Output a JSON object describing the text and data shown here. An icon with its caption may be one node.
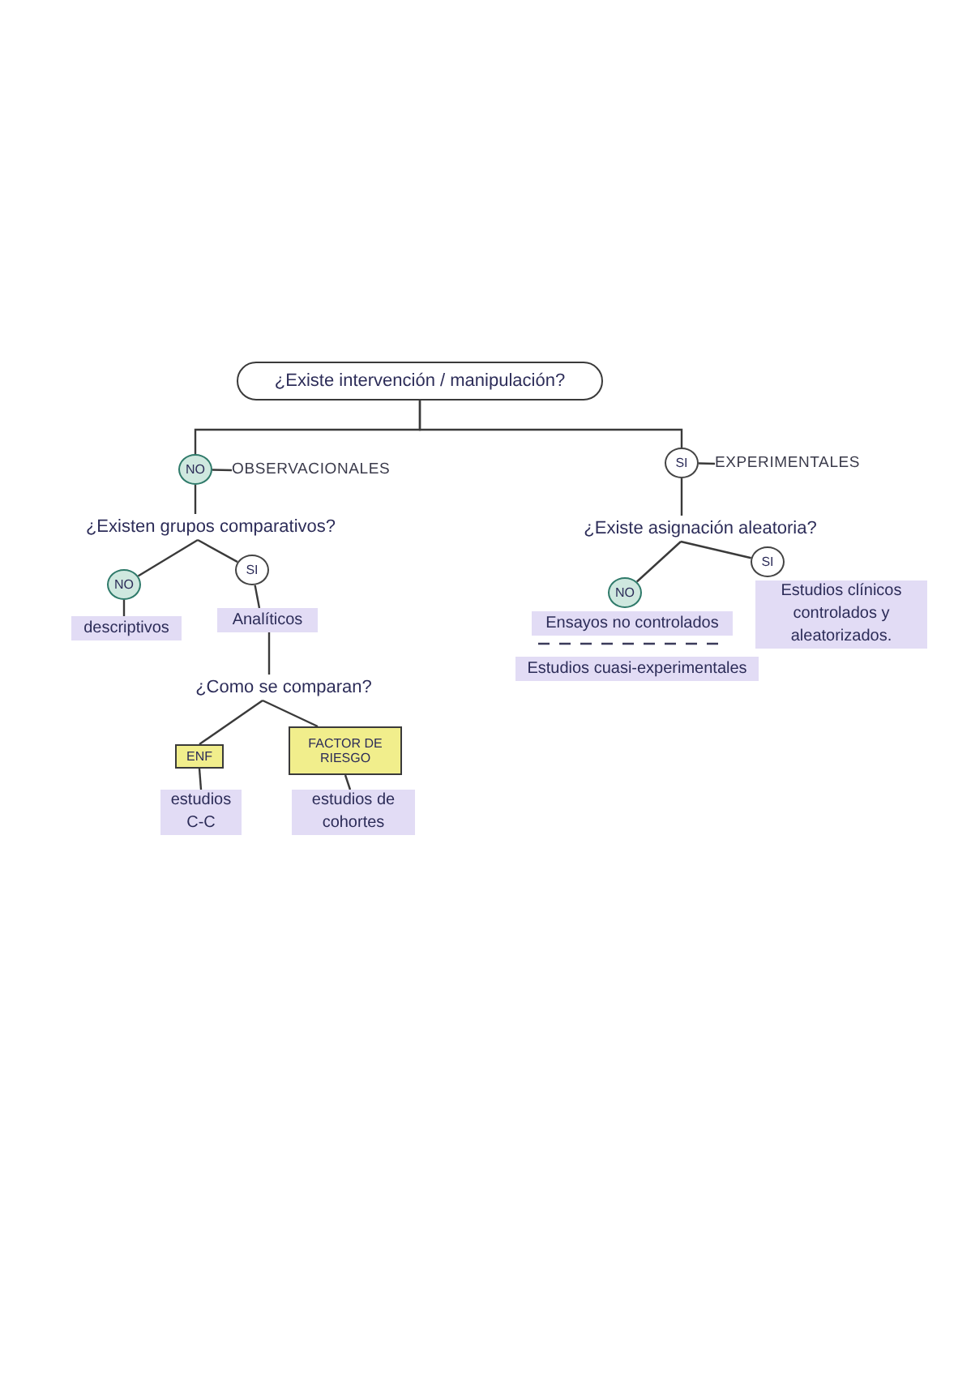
{
  "diagram": {
    "nodes": [
      {
        "text": [
          "¿Existe intervención / manipulación?"
        ]
      },
      {
        "text": [
          "NO"
        ]
      },
      {
        "text": [
          "OBSERVACIONALES"
        ]
      },
      {
        "text": [
          "SI"
        ]
      },
      {
        "text": [
          "EXPERIMENTALES"
        ]
      },
      {
        "text": [
          "¿Existen grupos comparativos?"
        ]
      },
      {
        "text": [
          "¿Existe asignación aleatoria?"
        ]
      },
      {
        "text": [
          "NO"
        ]
      },
      {
        "text": [
          "SI"
        ]
      },
      {
        "text": [
          "descriptivos"
        ]
      },
      {
        "text": [
          "Analíticos"
        ]
      },
      {
        "text": [
          "NO"
        ],
        "beside": [
          "Ensayos no controlados",
          "Estudios cuasi-experimentales"
        ]
      },
      {
        "text": [
          "SI"
        ],
        "beside": [
          "Estudios clínicos controlados y aleatorizados."
        ]
      },
      {
        "text": [
          "¿Como se comparan?"
        ]
      },
      {
        "text": [
          "ENF"
        ]
      },
      {
        "text": [
          "FACTOR DE RIESGO"
        ]
      },
      {
        "text": [
          "estudios C-C"
        ]
      },
      {
        "text": [
          "estudios de cohortes"
        ]
      }
    ],
    "edges": [
      {
        "from": 0,
        "to": 1,
        "arrow": "none"
      },
      {
        "from": 0,
        "to": 3,
        "arrow": "none"
      },
      {
        "from": 1,
        "to": 2,
        "arrow": "none"
      },
      {
        "from": 3,
        "to": 4,
        "arrow": "none"
      },
      {
        "from": 1,
        "to": 5,
        "arrow": "none"
      },
      {
        "from": 3,
        "to": 6,
        "arrow": "none"
      },
      {
        "from": 5,
        "to": 7,
        "arrow": "none"
      },
      {
        "from": 5,
        "to": 8,
        "arrow": "none"
      },
      {
        "from": 7,
        "to": 9,
        "arrow": "none"
      },
      {
        "from": 8,
        "to": 10,
        "arrow": "none"
      },
      {
        "from": 10,
        "to": 13,
        "arrow": "none"
      },
      {
        "from": 13,
        "to": 14,
        "arrow": "none"
      },
      {
        "from": 13,
        "to": 15,
        "arrow": "none"
      },
      {
        "from": 14,
        "to": 16,
        "arrow": "none"
      },
      {
        "from": 15,
        "to": 17,
        "arrow": "none"
      },
      {
        "from": 6,
        "to": 11,
        "arrow": "none"
      },
      {
        "from": 6,
        "to": 12,
        "arrow": "none"
      }
    ]
  }
}
